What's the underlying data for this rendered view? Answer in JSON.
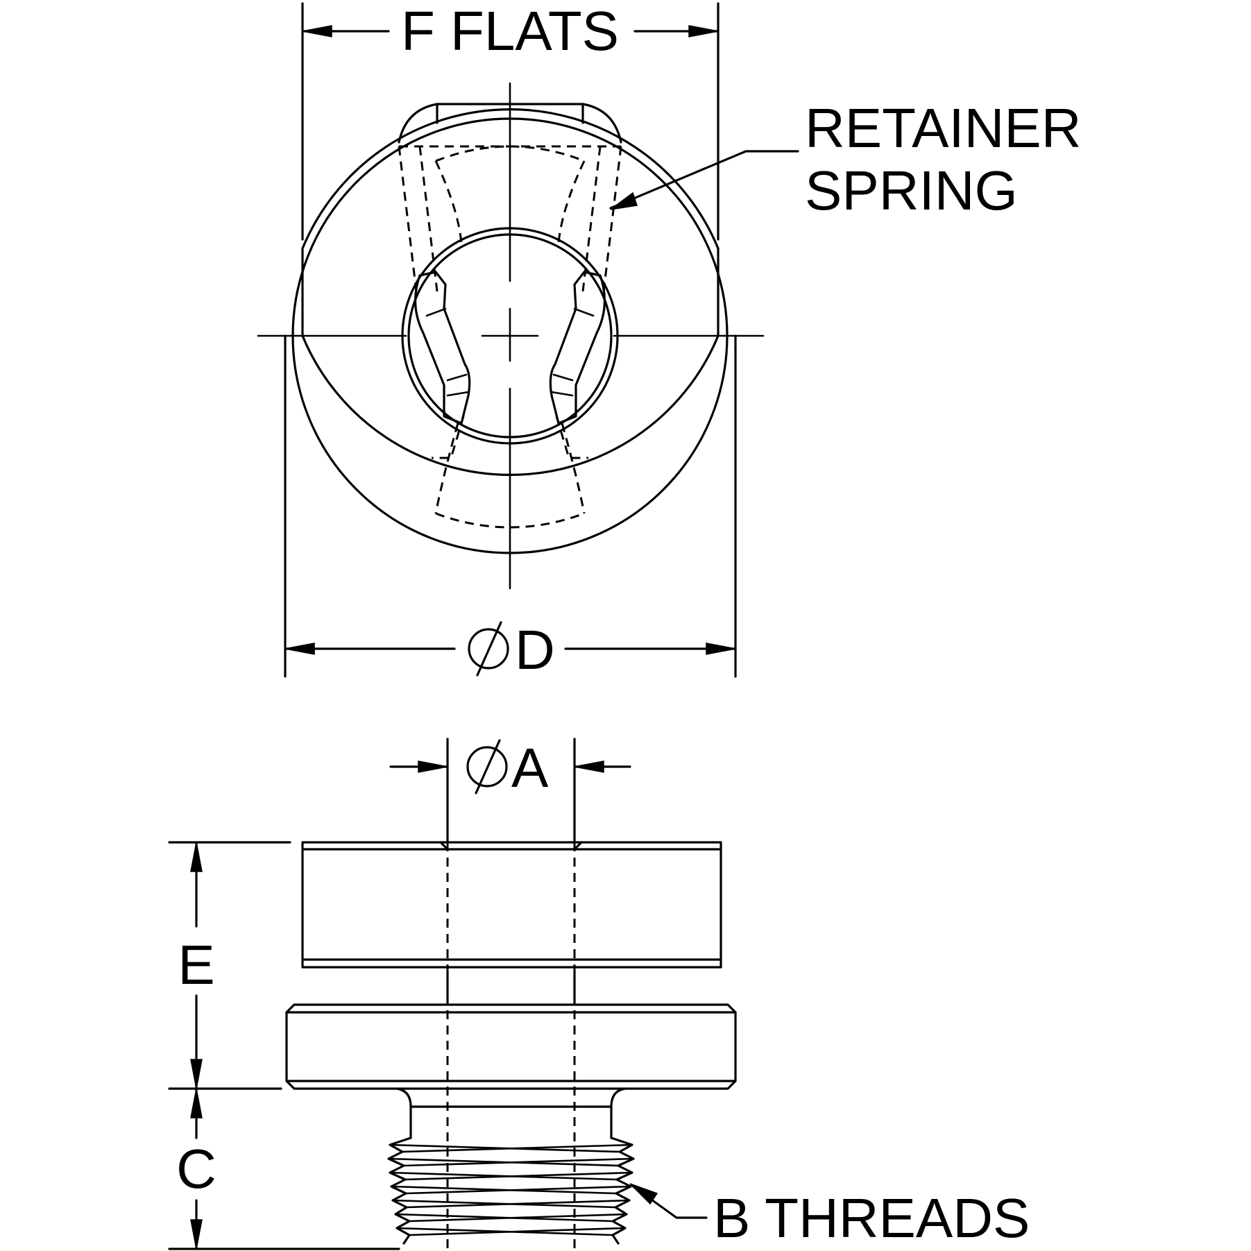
{
  "labels": {
    "f_flats": "F  FLATS",
    "retainer_line1": "RETAINER",
    "retainer_line2": "SPRING",
    "dia_d": "D",
    "dia_a": "A",
    "dim_e": "E",
    "dim_c": "C",
    "b_threads": "B THREADS"
  }
}
